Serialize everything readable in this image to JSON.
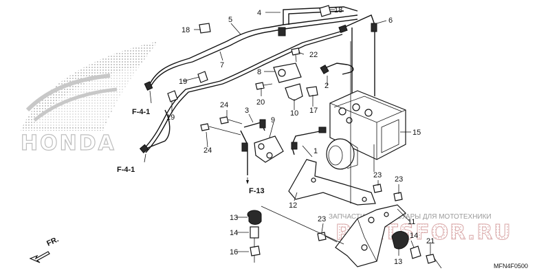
{
  "diagram": {
    "code": "MFN4F0500",
    "brand_watermark": "HONDA",
    "shop_watermark": {
      "tagline": "ЗАПЧАСТИ И АКСЕССУАРЫ ДЛЯ МОТОТЕХНИКИ",
      "logo": "PARTSFOR.RU"
    },
    "direction_label": "FR.",
    "references": [
      "F-4-1",
      "F-4-1",
      "F-13"
    ],
    "callouts": [
      "1",
      "2",
      "3",
      "4",
      "5",
      "6",
      "7",
      "8",
      "9",
      "10",
      "11",
      "12",
      "13",
      "13",
      "14",
      "14",
      "15",
      "16",
      "17",
      "18",
      "18",
      "19",
      "19",
      "20",
      "21",
      "22",
      "23",
      "23",
      "23",
      "24",
      "24"
    ]
  }
}
